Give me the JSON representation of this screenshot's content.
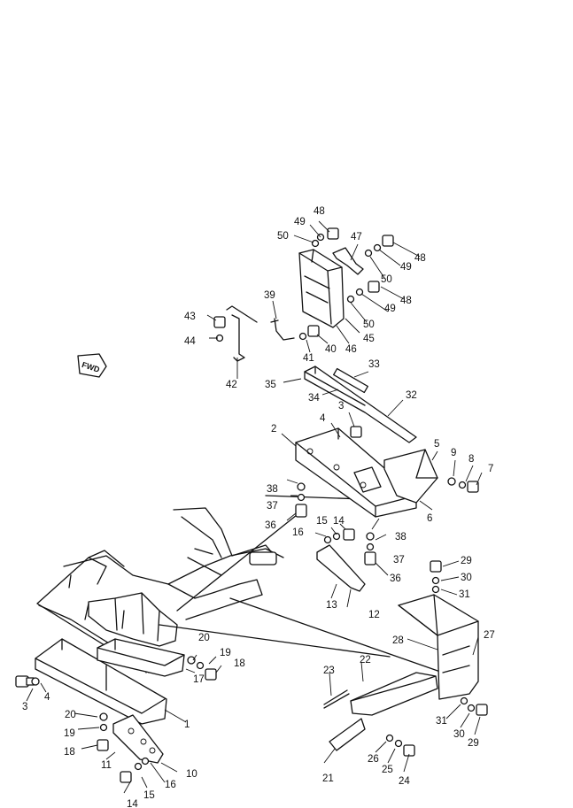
{
  "fwd_label": "FWD",
  "callouts": [
    "1",
    "2",
    "3",
    "3",
    "4",
    "4",
    "5",
    "6",
    "7",
    "8",
    "9",
    "10",
    "11",
    "12",
    "13",
    "14",
    "14",
    "15",
    "15",
    "16",
    "16",
    "17",
    "18",
    "18",
    "19",
    "19",
    "20",
    "20",
    "21",
    "22",
    "23",
    "24",
    "25",
    "26",
    "27",
    "28",
    "29",
    "29",
    "30",
    "30",
    "31",
    "31",
    "32",
    "33",
    "34",
    "35",
    "36",
    "36",
    "37",
    "37",
    "38",
    "38",
    "39",
    "40",
    "41",
    "42",
    "43",
    "44",
    "45",
    "46",
    "47",
    "48",
    "48",
    "48",
    "49",
    "49",
    "49",
    "50",
    "50",
    "50"
  ]
}
